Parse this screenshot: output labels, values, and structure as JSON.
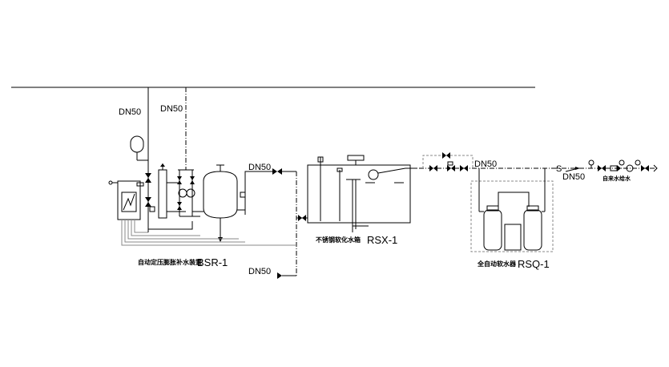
{
  "labels": {
    "dn_main_drop": "DN50",
    "dn_riser": "DN50",
    "dn_to_tank": "DN50",
    "dn_bottom": "DN50",
    "dn_after_tank": "DN50",
    "dn_city": "DN50",
    "city_water": "自来水给水",
    "s_mark": "S"
  },
  "equipment": {
    "bsr": {
      "caption": "自动定压膨胀补水装置",
      "tag": "BSR-1"
    },
    "rsx": {
      "caption": "不锈钢软化水箱",
      "tag": "RSX-1"
    },
    "rsq": {
      "caption": "全自动软水器",
      "tag": "RSQ-1"
    }
  }
}
